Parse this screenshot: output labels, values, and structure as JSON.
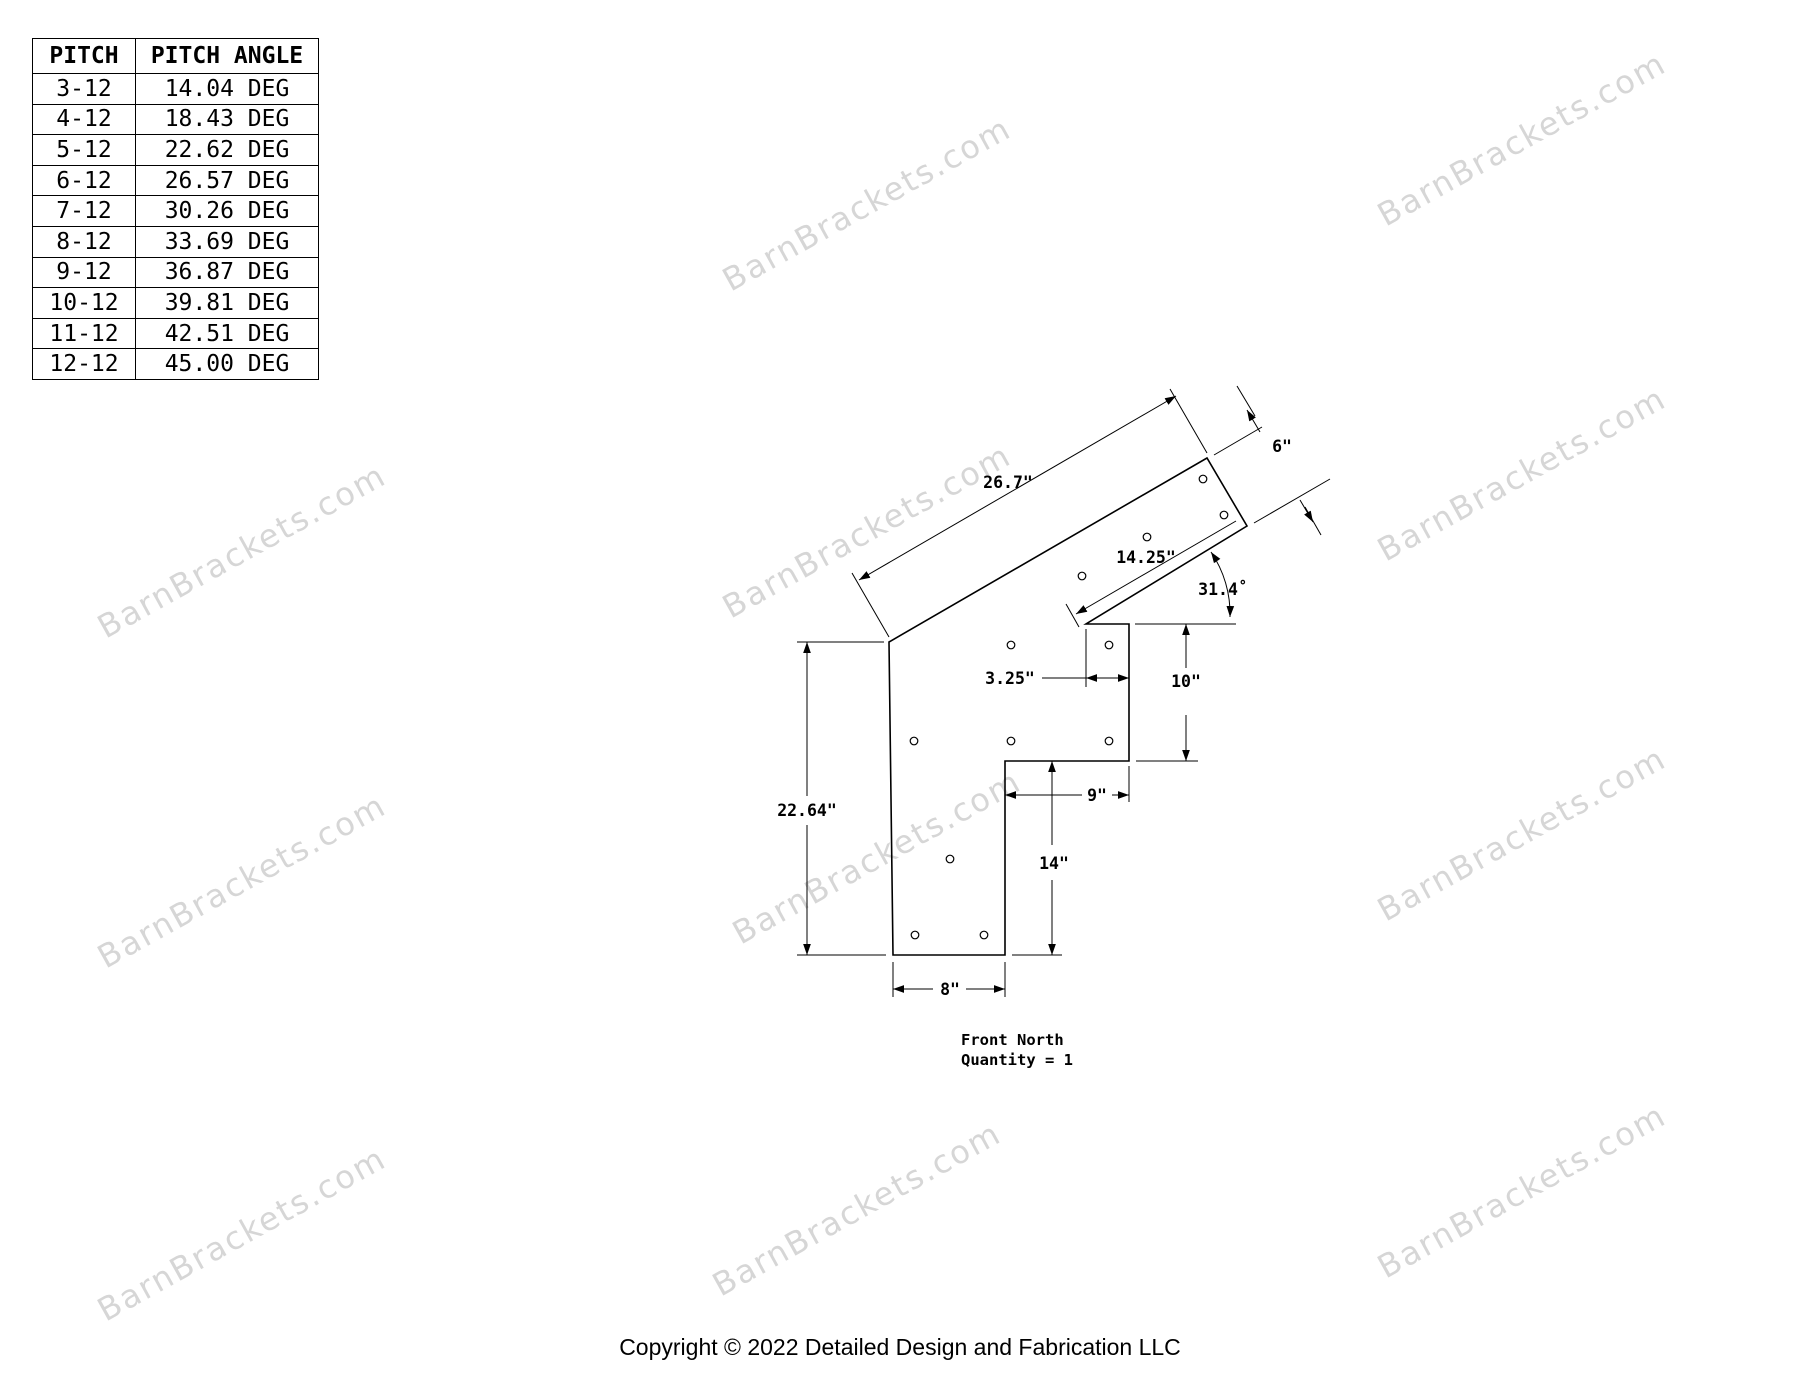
{
  "pitch_table": {
    "headers": [
      "PITCH",
      "PITCH ANGLE"
    ],
    "rows": [
      [
        "3-12",
        "14.04 DEG"
      ],
      [
        "4-12",
        "18.43 DEG"
      ],
      [
        "5-12",
        "22.62 DEG"
      ],
      [
        "6-12",
        "26.57 DEG"
      ],
      [
        "7-12",
        "30.26 DEG"
      ],
      [
        "8-12",
        "33.69 DEG"
      ],
      [
        "9-12",
        "36.87 DEG"
      ],
      [
        "10-12",
        "39.81 DEG"
      ],
      [
        "11-12",
        "42.51 DEG"
      ],
      [
        "12-12",
        "45.00 DEG"
      ]
    ]
  },
  "watermark": "BarnBrackets.com",
  "dimensions": {
    "slope_length": "26.7\"",
    "arm_width": "6\"",
    "inner_slope": "14.25\"",
    "angle": "31.4˚",
    "notch_width": "3.25\"",
    "notch_height": "10\"",
    "total_height": "22.64\"",
    "step_width": "9\"",
    "leg_height": "14\"",
    "leg_width": "8\""
  },
  "view": {
    "name": "Front North",
    "quantity": "Quantity = 1"
  },
  "copyright": "Copyright © 2022 Detailed Design and Fabrication LLC"
}
